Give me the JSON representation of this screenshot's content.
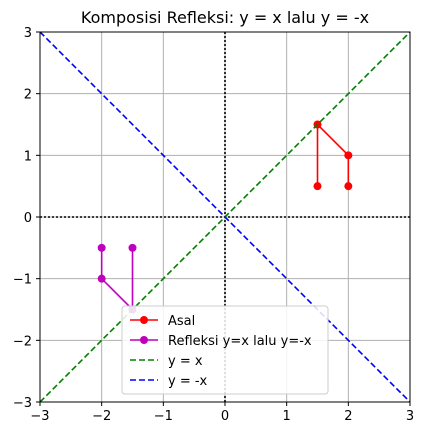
{
  "chart_data": {
    "type": "line",
    "title": "Komposisi Refleksi: y = x lalu y = -x",
    "xlabel": "",
    "ylabel": "",
    "xlim": [
      -3,
      3
    ],
    "ylim": [
      -3,
      3
    ],
    "xticks": [
      -3,
      -2,
      -1,
      0,
      1,
      2,
      3
    ],
    "yticks": [
      -3,
      -2,
      -1,
      0,
      1,
      2,
      3
    ],
    "grid": true,
    "legend_position": "lower-center",
    "series": [
      {
        "name": "Asal",
        "color": "#ff0000",
        "style": "solid",
        "marker": "circle",
        "points": [
          [
            1.5,
            0.5
          ],
          [
            1.5,
            1.5
          ],
          [
            2,
            1
          ],
          [
            2,
            0.5
          ]
        ]
      },
      {
        "name": "Refleksi y=x lalu y=-x",
        "color": "#bf00bf",
        "style": "solid",
        "marker": "circle",
        "points": [
          [
            -1.5,
            -0.5
          ],
          [
            -1.5,
            -1.5
          ],
          [
            -2,
            -1
          ],
          [
            -2,
            -0.5
          ]
        ]
      },
      {
        "name": "y = x",
        "color": "#008000",
        "style": "dashed",
        "marker": "none",
        "points": [
          [
            -3,
            -3
          ],
          [
            3,
            3
          ]
        ]
      },
      {
        "name": "y = -x",
        "color": "#0000ff",
        "style": "dashed",
        "marker": "none",
        "points": [
          [
            -3,
            3
          ],
          [
            3,
            -3
          ]
        ]
      }
    ],
    "reference_lines": [
      {
        "axis": "x",
        "value": 0,
        "color": "#000000",
        "style": "dotted"
      },
      {
        "axis": "y",
        "value": 0,
        "color": "#000000",
        "style": "dotted"
      }
    ]
  }
}
